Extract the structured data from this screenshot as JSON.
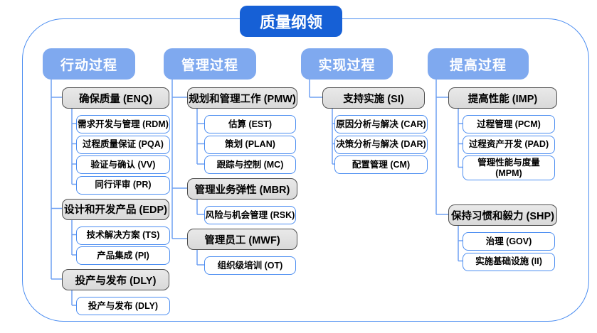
{
  "title": "质量纲领",
  "columns": [
    {
      "label": "行动过程",
      "groups": [
        {
          "label": "确保质量 (ENQ)",
          "children": [
            "需求开发与管理 (RDM)",
            "过程质量保证 (PQA)",
            "验证与确认 (VV)",
            "同行评审 (PR)"
          ]
        },
        {
          "label": "设计和开发产品 (EDP)",
          "children": [
            "技术解决方案 (TS)",
            "产品集成 (PI)"
          ]
        },
        {
          "label": "投产与发布 (DLY)",
          "children": [
            "投产与发布 (DLY)"
          ]
        }
      ]
    },
    {
      "label": "管理过程",
      "groups": [
        {
          "label": "规划和管理工作 (PMW)",
          "children": [
            "估算 (EST)",
            "策划 (PLAN)",
            "跟踪与控制 (MC)"
          ]
        },
        {
          "label": "管理业务弹性 (MBR)",
          "children": [
            "风险与机会管理 (RSK)"
          ]
        },
        {
          "label": "管理员工 (MWF)",
          "children": [
            "组织级培训 (OT)"
          ]
        }
      ]
    },
    {
      "label": "实现过程",
      "groups": [
        {
          "label": "支持实施 (SI)",
          "children": [
            "原因分析与解决 (CAR)",
            "决策分析与解决 (DAR)",
            "配置管理 (CM)"
          ]
        }
      ]
    },
    {
      "label": "提高过程",
      "groups": [
        {
          "label": "提高性能 (IMP)",
          "children": [
            "过程管理 (PCM)",
            "过程资产开发 (PAD)",
            "管理性能与度量\n(MPM)"
          ]
        },
        {
          "label": "保持习惯和毅力 (SHP)",
          "children": [
            "治理 (GOV)",
            "实施基础设施 (II)"
          ]
        }
      ]
    }
  ],
  "colors": {
    "title_bg": "#1660d6",
    "header_bg": "#7fa9ef",
    "gray_fill": "#d9d9d9",
    "gray_border": "#4d4d4d",
    "leaf_border": "#4b8df1",
    "connector": "#6fa0f2",
    "frame_border": "#4b8df1",
    "text_dark": "#000000",
    "text_light": "#ffffff"
  }
}
